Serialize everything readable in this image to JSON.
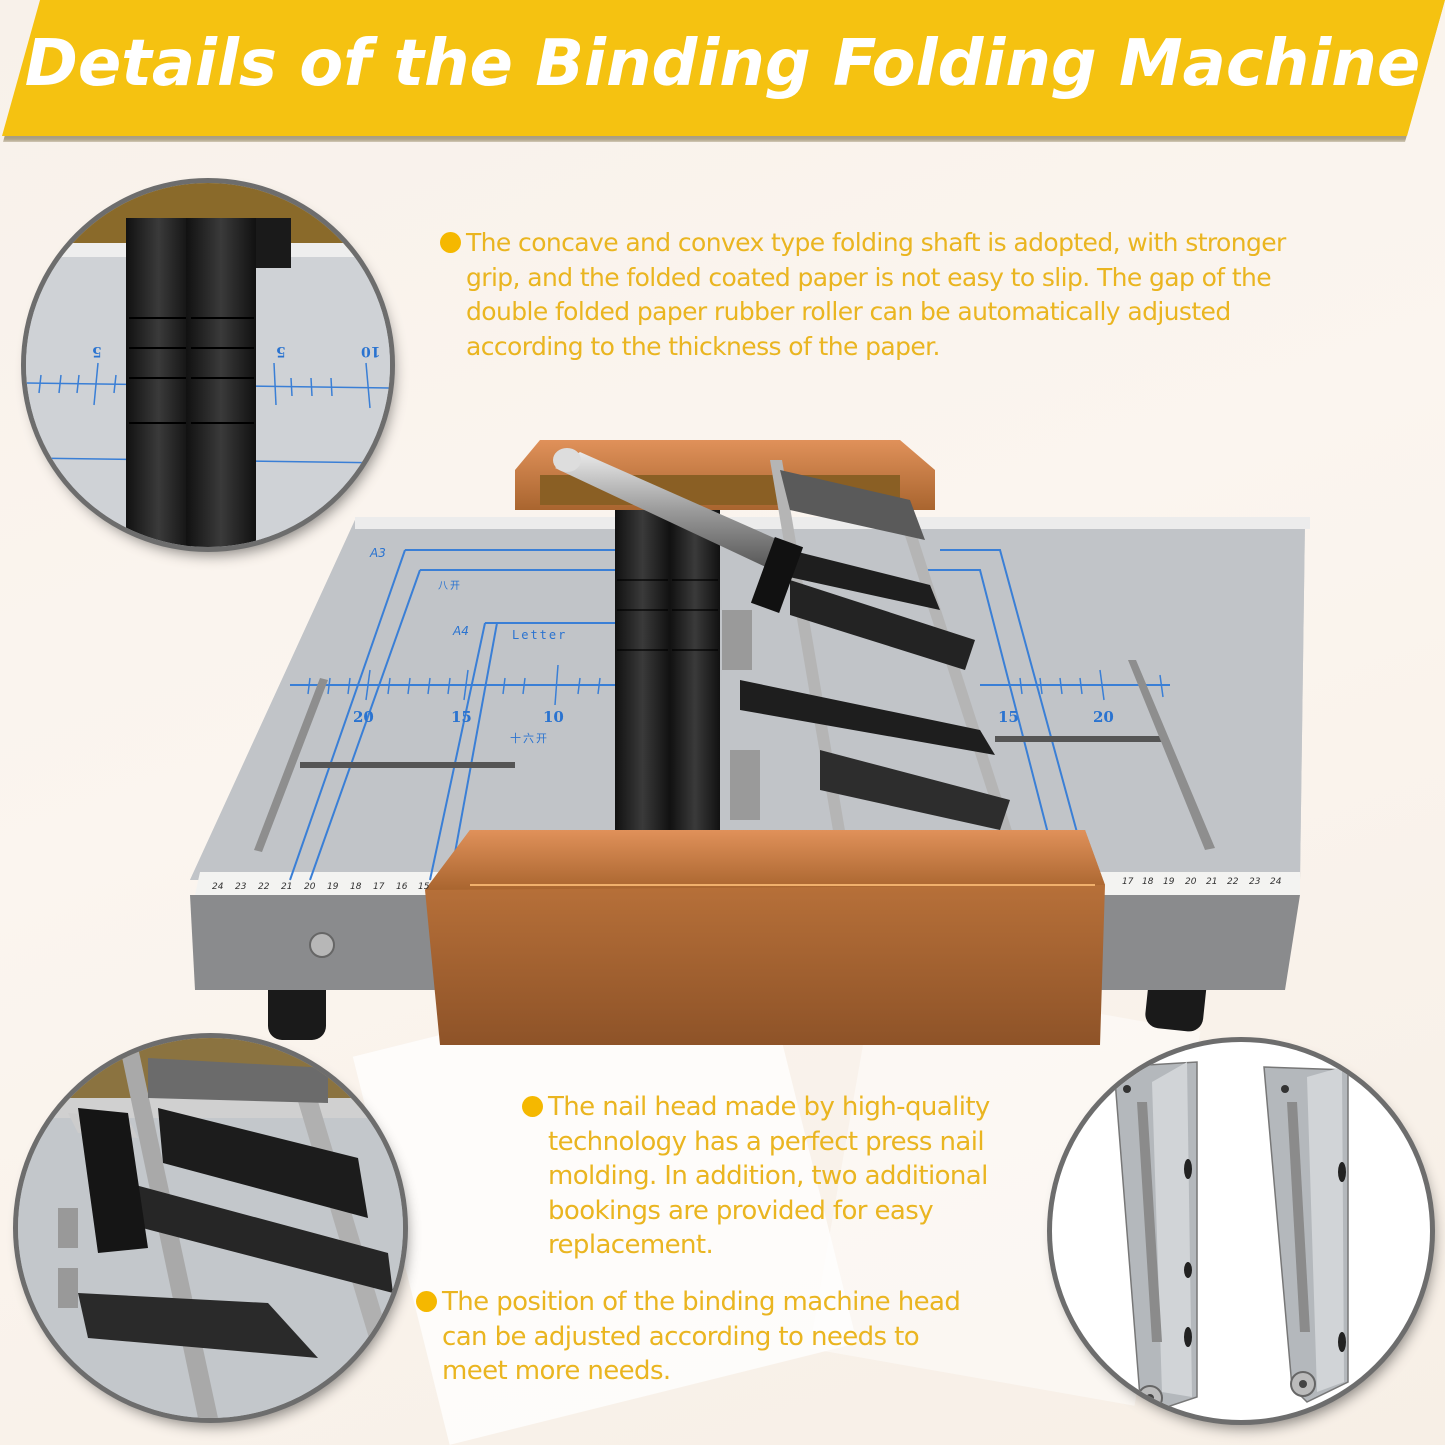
{
  "banner": {
    "title": "Details of the Binding Folding Machine",
    "color": "#f5c211",
    "text_color": "#ffffff"
  },
  "features": [
    {
      "id": "folding-shaft",
      "text": "The concave and convex type folding shaft is adopted, with stronger grip, and the folded coated paper is not easy to slip. The gap of the double folded paper rubber roller can be automatically adjusted according to the thickness of the paper.",
      "lines": [
        "The concave and convex type folding shaft is adopted, with stronger",
        "grip, and the folded coated paper is not easy to slip. The gap of the",
        "double folded paper rubber roller can be automatically adjusted",
        "according to the thickness of the paper."
      ]
    },
    {
      "id": "nail-head",
      "text": "The nail head made by high-quality technology has a perfect press nail molding. In addition, two additional bookings are provided for easy replacement.",
      "lines": [
        "The nail head made by high-quality",
        "technology has a perfect press nail",
        "molding. In addition, two additional",
        "bookings are provided for easy",
        "replacement."
      ]
    },
    {
      "id": "head-position",
      "text": "The position of the binding machine head can be adjusted according to needs to meet more needs.",
      "lines": [
        "The position of the binding machine head",
        "can be adjusted according to needs to",
        "meet more needs."
      ]
    }
  ],
  "accent_color": "#eab520",
  "bullet_color": "#f5b800",
  "machine": {
    "plate_labels": {
      "a3": "A3",
      "a4": "A4",
      "letter": "Letter",
      "ba_kai": "八开",
      "shiliu_kai": "十六开"
    },
    "scale_left": [
      "20",
      "15",
      "10"
    ],
    "scale_right": [
      "15",
      "20"
    ],
    "ruler_left": [
      "24",
      "23",
      "22",
      "21",
      "20",
      "19",
      "18",
      "17",
      "16",
      "15"
    ],
    "ruler_right": [
      "17",
      "18",
      "19",
      "20",
      "21",
      "22",
      "23",
      "24"
    ],
    "inset_top_scale": [
      "5",
      "5",
      "10"
    ]
  },
  "insets": [
    {
      "id": "roller-closeup",
      "label": "folding rollers close-up"
    },
    {
      "id": "staple-head-closeup",
      "label": "binding head arms close-up"
    },
    {
      "id": "nail-head-spares",
      "label": "spare nail heads"
    }
  ]
}
